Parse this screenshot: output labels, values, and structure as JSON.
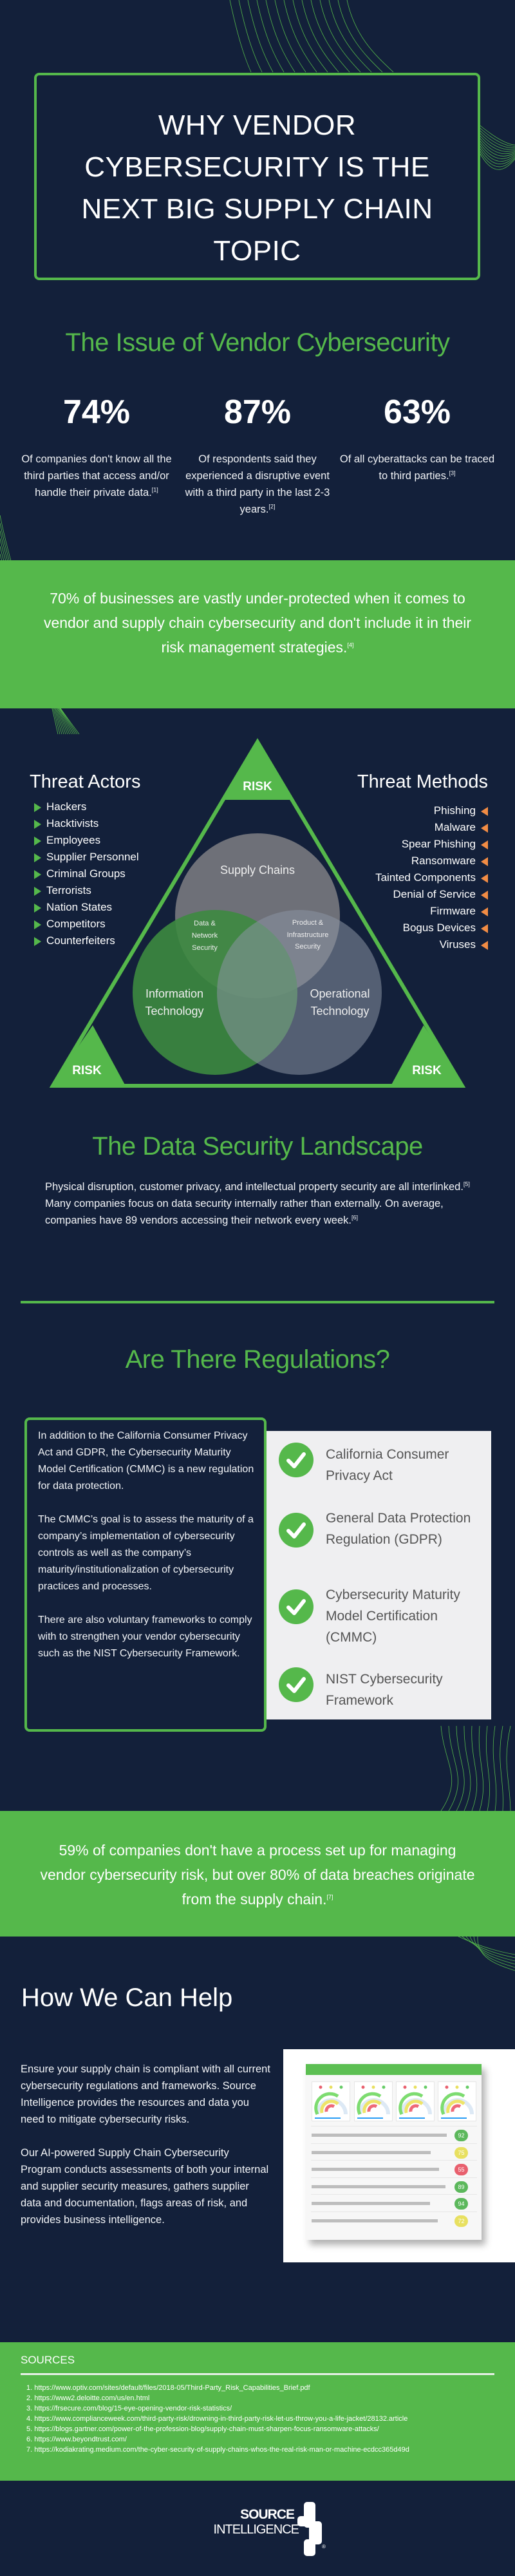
{
  "colors": {
    "background": "#13203a",
    "accent_green": "#55b84b",
    "arrow_orange": "#f28c44",
    "panel_gray": "#efeff1"
  },
  "header": {
    "title_lines": [
      "WHY VENDOR",
      "CYBERSECURITY IS THE",
      "NEXT BIG SUPPLY CHAIN",
      "TOPIC"
    ]
  },
  "issue": {
    "heading": "The Issue of Vendor Cybersecurity",
    "stats": [
      {
        "value": "74%",
        "text": "Of companies don't know all the third parties that access and/or handle their private data.",
        "cite": "[1]"
      },
      {
        "value": "87%",
        "text": "Of respondents said they experienced a disruptive event with a third party in the last 2-3 years.",
        "cite": "[2]"
      },
      {
        "value": "63%",
        "text": "Of all cyberattacks can be traced to third parties.",
        "cite": "[3]"
      }
    ]
  },
  "band1": {
    "text": "70% of businesses are vastly under-protected when it comes to vendor and supply chain cybersecurity and don't include it in their risk management strategies.",
    "cite": "[4]"
  },
  "threats": {
    "actors_title": "Threat Actors",
    "actors": [
      "Hackers",
      "Hacktivists",
      "Employees",
      "Supplier Personnel",
      "Criminal Groups",
      "Terrorists",
      "Nation States",
      "Competitors",
      "Counterfeiters"
    ],
    "methods_title": "Threat Methods",
    "methods": [
      "Phishing",
      "Malware",
      "Spear Phishing",
      "Ransomware",
      "Tainted Components",
      "Denial of Service",
      "Firmware",
      "Bogus Devices",
      "Viruses"
    ],
    "risk_label": "RISK",
    "venn": {
      "supply_chains": "Supply Chains",
      "it_line1": "Information",
      "it_line2": "Technology",
      "ot_line1": "Operational",
      "ot_line2": "Technology",
      "data_net": [
        "Data &",
        "Network",
        "Security"
      ],
      "prod_infra": [
        "Product &",
        "Infrastructure",
        "Security"
      ]
    }
  },
  "landscape": {
    "heading": "The Data Security Landscape",
    "text1": "Physical disruption, customer privacy, and intellectual property security are all interlinked.",
    "cite1": "[5]",
    "text2": " Many companies focus on data security internally rather than externally. On average, companies have 89 vendors accessing their network every week.",
    "cite2": "[6]"
  },
  "regulations": {
    "heading": "Are There Regulations?",
    "paragraphs": [
      "In addition to the California Consumer Privacy Act and GDPR, the Cybersecurity Maturity Model Certification (CMMC) is a new regulation for data protection.",
      "The CMMC’s goal is to assess the maturity of a company’s implementation of cybersecurity controls as well as the company’s maturity/institutionalization of cybersecurity practices and processes.",
      "There are also voluntary frameworks to comply with to strengthen your vendor cybersecurity such as the NIST Cybersecurity Framework."
    ],
    "items": [
      "California Consumer Privacy Act",
      "General Data Protection Regulation (GDPR)",
      "Cybersecurity Maturity Model Certification (CMMC)",
      "NIST Cybersecurity Framework"
    ]
  },
  "band2": {
    "text": "59% of companies don't have a process set up for managing vendor cybersecurity risk, but over 80% of data breaches originate from the supply chain.",
    "cite": "[7]"
  },
  "help": {
    "heading": "How We Can Help",
    "paragraphs": [
      "Ensure your supply chain is compliant with all current cybersecurity regulations and frameworks. Source Intelligence provides the resources and data you need to mitigate cybersecurity risks.",
      "Our AI-powered Supply Chain Cybersecurity Program conducts assessments of both your internal and supplier security measures, gathers supplier data and documentation, flags areas of risk, and provides business intelligence."
    ],
    "mockup_scores": [
      {
        "value": "92",
        "status": "green"
      },
      {
        "value": "75",
        "status": "yellow"
      },
      {
        "value": "55",
        "status": "red"
      },
      {
        "value": "89",
        "status": "green"
      },
      {
        "value": "94",
        "status": "green"
      },
      {
        "value": "72",
        "status": "yellow"
      }
    ]
  },
  "sources": {
    "title": "SOURCES",
    "items": [
      "1. https://www.optiv.com/sites/default/files/2018-05/Third-Party_Risk_Capabilities_Brief.pdf",
      "2. https://www2.deloitte.com/us/en.html",
      "3. https://frsecure.com/blog/15-eye-opening-vendor-risk-statistics/",
      "4. https://www.complianceweek.com/third-party-risk/drowning-in-third-party-risk-let-us-throw-you-a-life-jacket/28132.article",
      "5. https://blogs.gartner.com/power-of-the-profession-blog/supply-chain-must-sharpen-focus-ransomware-attacks/",
      "6. https://www.beyondtrust.com/",
      "7. https://kodiakrating.medium.com/the-cyber-security-of-supply-chains-whos-the-real-risk-man-or-machine-ecdcc365d49d"
    ]
  },
  "footer": {
    "logo_line1": "SOURCE",
    "logo_line2": "INTELLIGENCE",
    "logo_mark": "®"
  }
}
